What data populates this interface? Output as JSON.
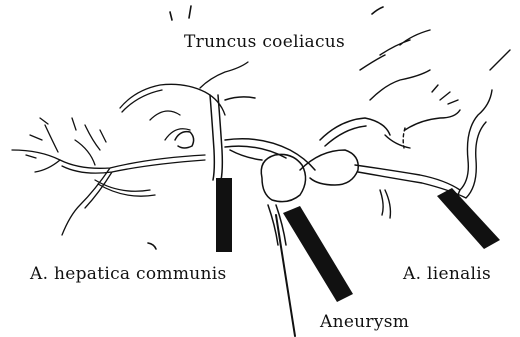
{
  "labels": {
    "truncus": "Truncus coeliacus",
    "hepatica": "A. hepatica communis",
    "lienalis": "A. lienalis",
    "aneurysm": "Aneurysm"
  },
  "colors": {
    "ink": "#111111",
    "background": "#ffffff"
  }
}
